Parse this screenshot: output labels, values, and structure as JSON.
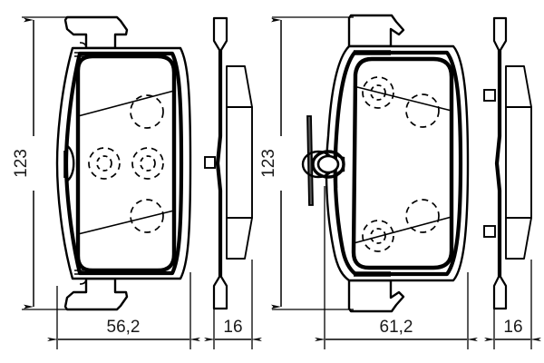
{
  "document": {
    "type": "technical-drawing",
    "subject": "Brake pad set — dimensioned outline and side views",
    "line_color": "#000000",
    "background_color": "#ffffff",
    "text_color": "#1a1a1a"
  },
  "views": [
    {
      "id": "left-pad-face",
      "label": "Left pad face view",
      "height_dimension": "123",
      "width_dimension": "56,2",
      "blind_holes": 4,
      "wear_sensor": false
    },
    {
      "id": "left-pad-side",
      "label": "Left pad side view",
      "thickness_dimension": "16",
      "tabs": 1
    },
    {
      "id": "right-pad-face",
      "label": "Right pad face view",
      "height_dimension": "123",
      "width_dimension": "61,2",
      "blind_holes": 4,
      "wear_sensor": true
    },
    {
      "id": "right-pad-side",
      "label": "Right pad side view",
      "thickness_dimension": "16",
      "tabs": 2
    }
  ],
  "dimensions": {
    "left_height": "123",
    "left_width": "56,2",
    "left_thickness": "16",
    "right_height": "123",
    "right_width": "61,2",
    "right_thickness": "16"
  }
}
